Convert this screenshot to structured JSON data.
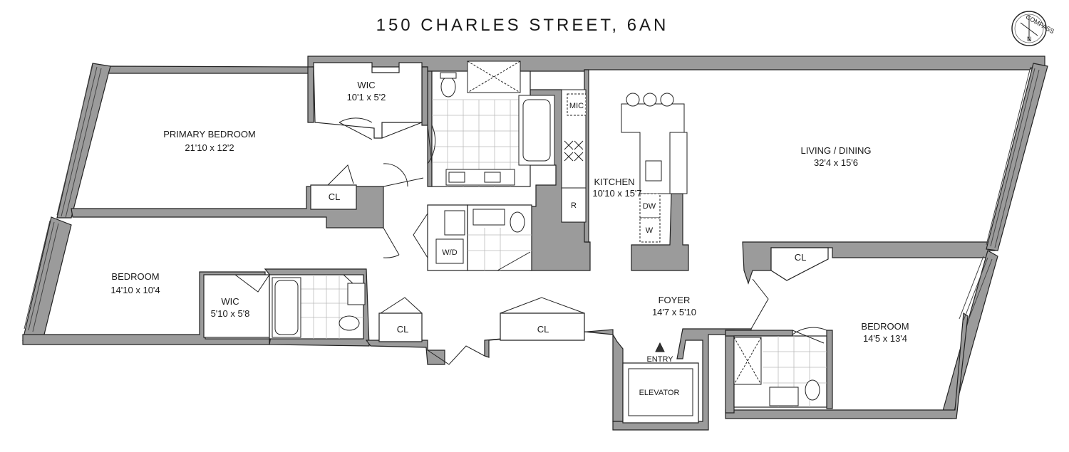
{
  "title": "150 CHARLES STREET, 6AN",
  "compass": {
    "label": "COMPASS",
    "north": "N"
  },
  "rooms": {
    "primary_bedroom": {
      "name": "PRIMARY BEDROOM",
      "dim": "21'10 x 12'2"
    },
    "wic_primary": {
      "name": "WIC",
      "dim": "10'1 x 5'2"
    },
    "cl_primary": {
      "name": "CL"
    },
    "bedroom_left": {
      "name": "BEDROOM",
      "dim": "14'10 x 10'4"
    },
    "wic_left": {
      "name": "WIC",
      "dim": "5'10 x 5'8"
    },
    "cl_hall_1": {
      "name": "CL"
    },
    "cl_hall_2": {
      "name": "CL"
    },
    "kitchen": {
      "name": "KITCHEN",
      "dim": "10'10 x 15'7"
    },
    "living": {
      "name": "LIVING / DINING",
      "dim": "32'4 x 15'6"
    },
    "foyer": {
      "name": "FOYER",
      "dim": "14'7 x 5'10"
    },
    "bedroom_right": {
      "name": "BEDROOM",
      "dim": "14'5 x 13'4"
    },
    "cl_right": {
      "name": "CL"
    }
  },
  "fixtures": {
    "mic": "MIC",
    "dw": "DW",
    "w": "W",
    "r": "R",
    "wd": "W/D",
    "entry": "ENTRY",
    "elevator": "ELEVATOR"
  }
}
